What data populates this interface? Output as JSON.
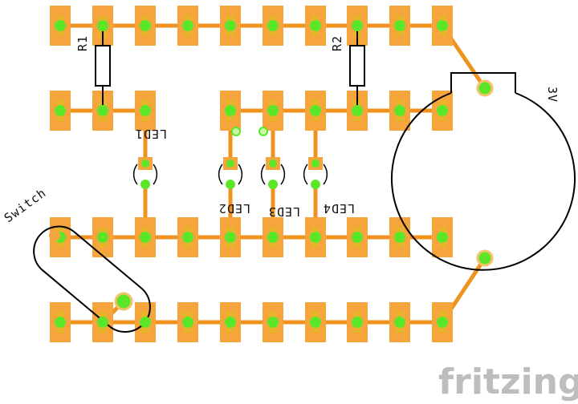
{
  "labels": {
    "r1": "R1",
    "r2": "R2",
    "led1": "LED1",
    "led2": "LED2",
    "led3": "LED3",
    "led4": "LED4",
    "battery": "3V",
    "switch": "Switch",
    "logo": "fritzing"
  },
  "colors": {
    "pad": "#f5a53c",
    "trace": "#f0921e",
    "via": "#5ce62a",
    "outline": "#000000",
    "logo": "#bdbdbd"
  },
  "icons": {
    "battery": "coin-cell-holder-icon",
    "switch": "slide-switch-icon",
    "resistor": "resistor-icon",
    "led": "led-icon"
  }
}
